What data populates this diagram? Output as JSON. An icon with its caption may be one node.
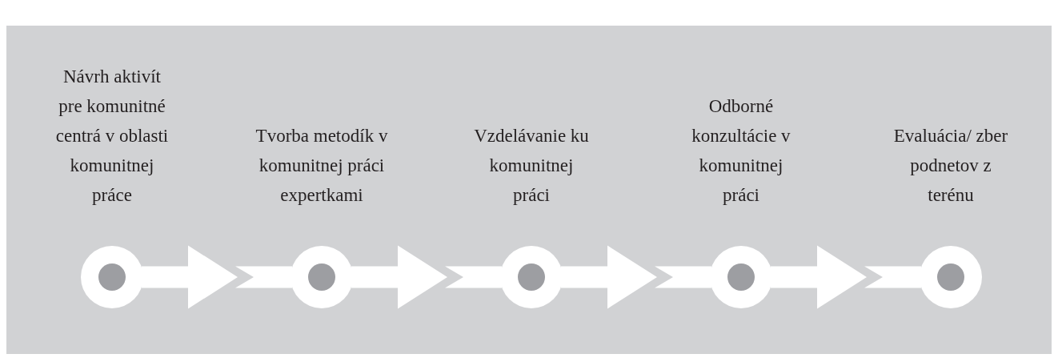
{
  "diagram": {
    "nodes": [
      {
        "text": [
          "Návrh aktivít pre komunitné centrá v oblasti komunitnej práce"
        ]
      },
      {
        "text": [
          "Tvorba metodík v komunitnej práci expertkami"
        ]
      },
      {
        "text": [
          "Vzdelávanie ku komunitnej práci"
        ]
      },
      {
        "text": [
          "Odborné konzultácie v komunitnej práci"
        ]
      },
      {
        "text": [
          "Evaluácia/ zber podnetov z terénu"
        ]
      }
    ],
    "edges": [
      {
        "from": 0,
        "to": 1,
        "arrow": "to"
      },
      {
        "from": 1,
        "to": 2,
        "arrow": "to"
      },
      {
        "from": 2,
        "to": 3,
        "arrow": "to"
      },
      {
        "from": 3,
        "to": 4,
        "arrow": "to"
      }
    ]
  }
}
